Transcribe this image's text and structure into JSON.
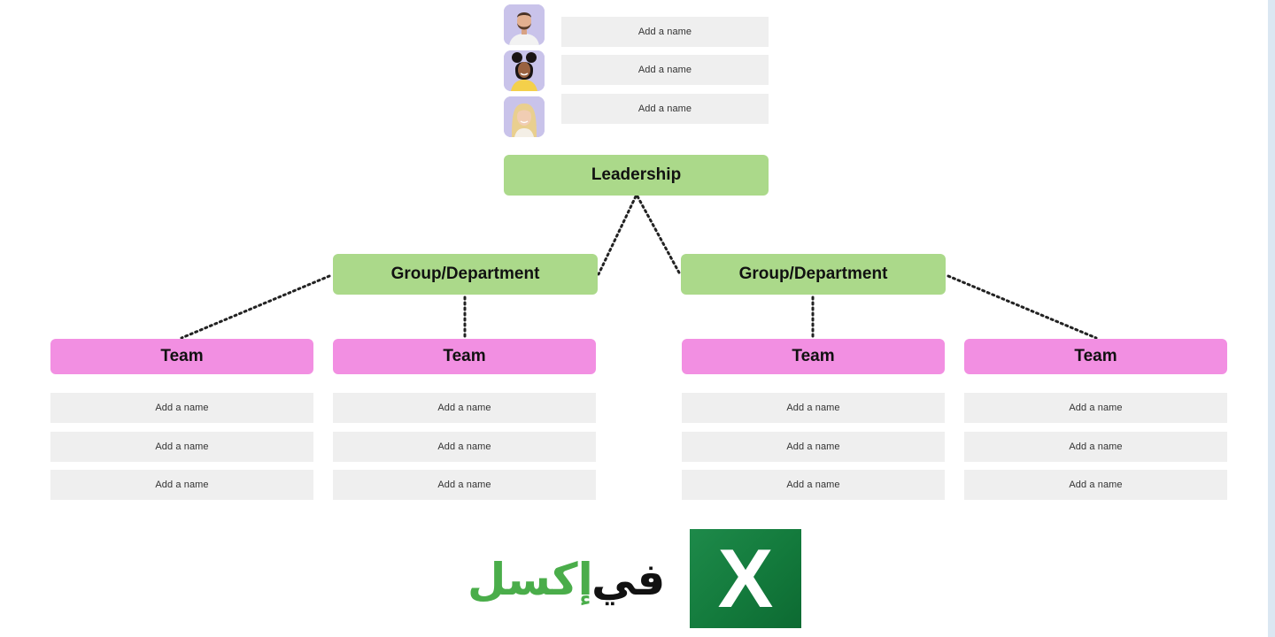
{
  "leadership": {
    "label": "Leadership",
    "members": [
      {
        "avatar": "bearded-man-avatar",
        "name": "Add a name"
      },
      {
        "avatar": "woman-dark-hair-avatar",
        "name": "Add a name"
      },
      {
        "avatar": "woman-blonde-avatar",
        "name": "Add a name"
      }
    ]
  },
  "groups": [
    {
      "label": "Group/Department",
      "teams": [
        {
          "label": "Team",
          "members": [
            "Add a name",
            "Add a name",
            "Add a name"
          ]
        },
        {
          "label": "Team",
          "members": [
            "Add a name",
            "Add a name",
            "Add a name"
          ]
        }
      ]
    },
    {
      "label": "Group/Department",
      "teams": [
        {
          "label": "Team",
          "members": [
            "Add a name",
            "Add a name",
            "Add a name"
          ]
        },
        {
          "label": "Team",
          "members": [
            "Add a name",
            "Add a name",
            "Add a name"
          ]
        }
      ]
    }
  ],
  "footer": {
    "caption_green": "إكسل",
    "caption_black": "في",
    "logo_letter": "X",
    "logo_icon": "excel-icon"
  },
  "colors": {
    "leader_node": "#abd98a",
    "group_node": "#abd98a",
    "team_node": "#f28fe2",
    "name_box": "#efefef",
    "excel_green": "#137a3c",
    "caption_green": "#4aad4a"
  }
}
